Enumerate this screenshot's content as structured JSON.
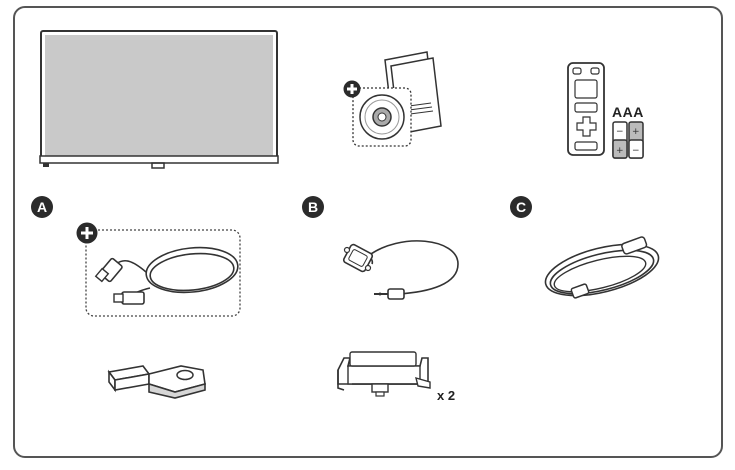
{
  "badges": {
    "a": "A",
    "b": "B",
    "c": "C"
  },
  "labels": {
    "batteries": "AAA",
    "clip_quantity": "x 2"
  },
  "icons": {
    "monitor": "tv-monitor-icon",
    "manual_cd": "manual-cd-icon",
    "remote": "remote-control-icon",
    "batteries": "battery-icon",
    "hdmi": "hdmi-cable-icon",
    "rs232": "rs232c-cable-icon",
    "power": "power-cord-icon",
    "ir_receiver": "ir-receiver-holder-icon",
    "cable_holder": "cable-holder-clip-icon",
    "optional": "plus-optional-icon"
  },
  "colors": {
    "line": "#333333",
    "badge": "#2b2b2b",
    "screen": "#c9c9c9"
  }
}
